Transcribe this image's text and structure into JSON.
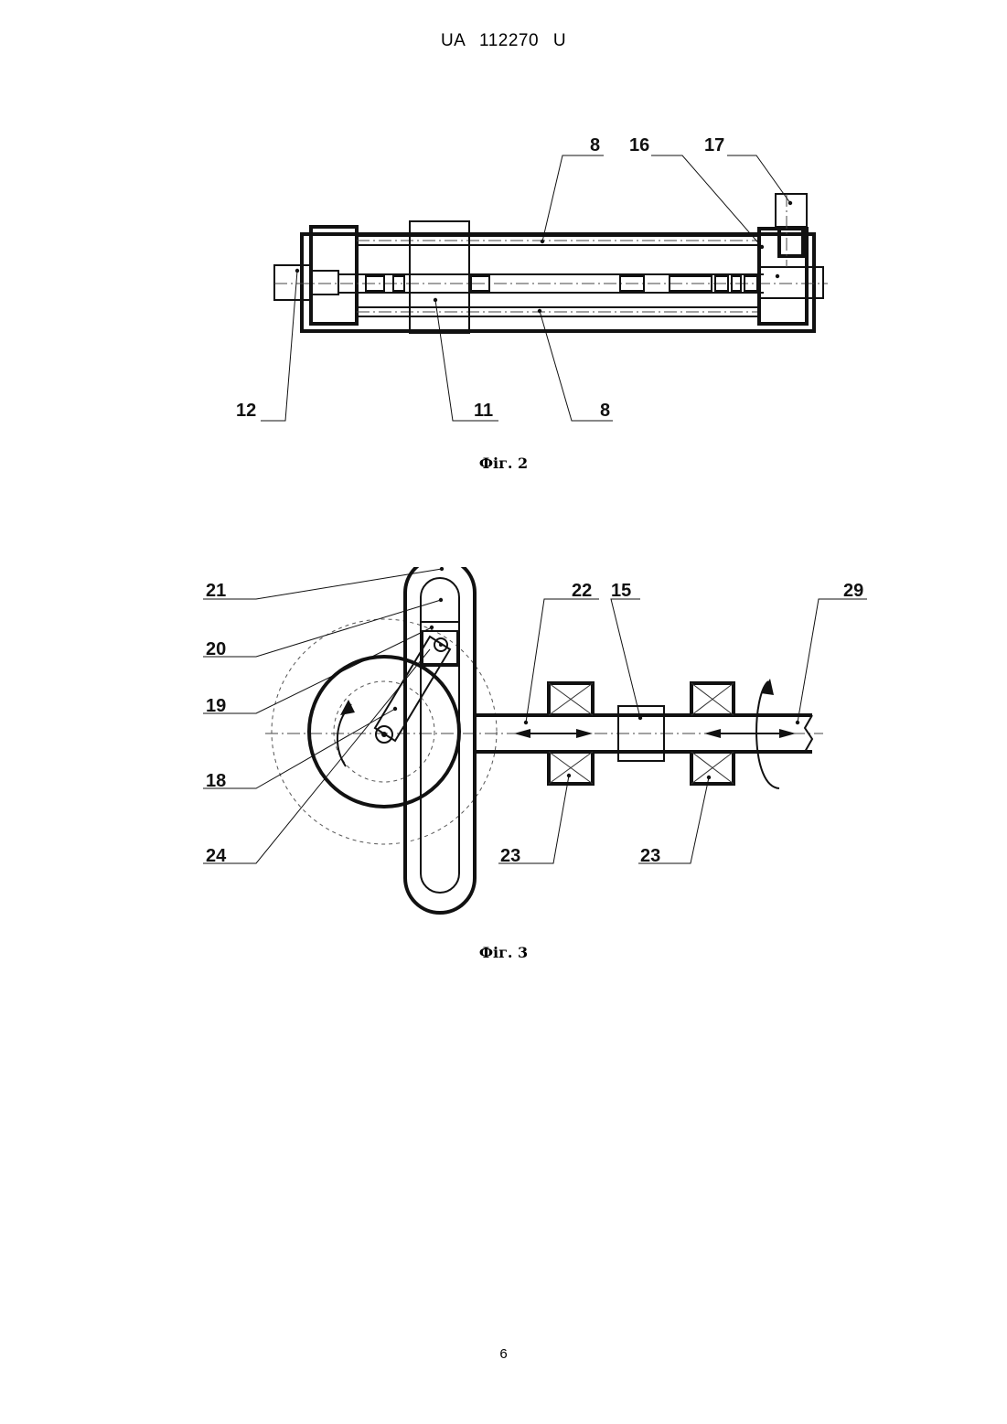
{
  "header": {
    "document_id": "UA   112270   U"
  },
  "figure2": {
    "caption": "Фіг. 2",
    "labels": {
      "l8_top": "8",
      "l16": "16",
      "l17": "17",
      "l12": "12",
      "l11": "11",
      "l8_bottom": "8"
    }
  },
  "figure3": {
    "caption": "Фіг. 3",
    "labels": {
      "l21": "21",
      "l20": "20",
      "l19": "19",
      "l18": "18",
      "l24": "24",
      "l22": "22",
      "l15": "15",
      "l29": "29",
      "l23_left": "23",
      "l23_right": "23"
    }
  },
  "footer": {
    "page_number": "6"
  }
}
